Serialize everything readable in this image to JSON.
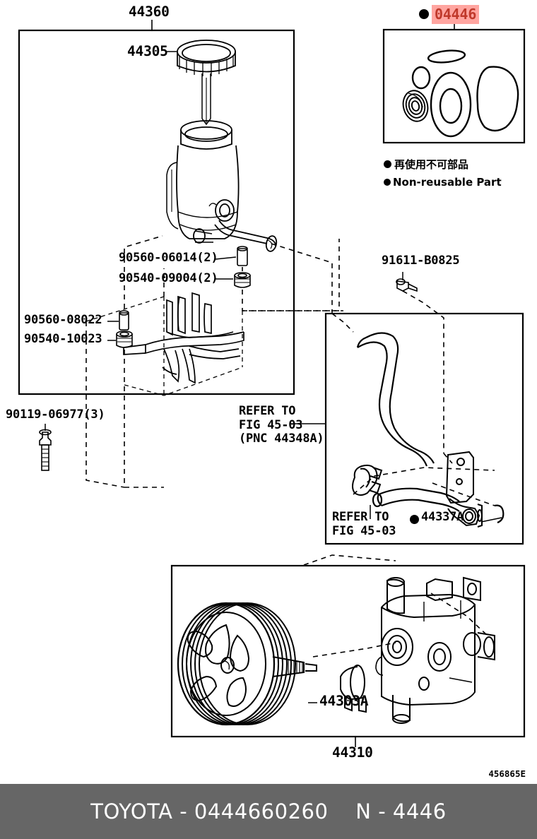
{
  "highlight": {
    "part_no": "04446",
    "accent_color": "#ffa5a0",
    "text_color": "#c0392b"
  },
  "boxes": {
    "reservoir_assy": {
      "label": "44360"
    },
    "seal_kit": {
      "label": "04446"
    },
    "pump_assy": {
      "label": "44310"
    }
  },
  "labels": {
    "cap": "44305",
    "grommet_upper": "90560-06014(2)",
    "collar_upper": "90540-09004(2)",
    "grommet_lower": "90560-08022",
    "collar_lower": "90540-10023",
    "bolt_bracket": "90119-06977(3)",
    "bolt_pump": "91611-B0825",
    "hose_refer": "REFER TO\nFIG 45-03\n(PNC 44348A)",
    "clamp_refer": "REFER TO\nFIG 45-03",
    "oring_44337a": "44337A",
    "pulley": "44303A",
    "pump_box": "44310",
    "reservoir_box": "44360"
  },
  "legend": {
    "japanese": "再使用不可部品",
    "english": "Non-reusable Part"
  },
  "corner_code": "456865E",
  "footer": {
    "brand": "TOYOTA",
    "separator": " - ",
    "part_number": "0444660260",
    "figure_code": "N - 4446",
    "full_text": "TOYOTA - 0444660260    N - 4446",
    "background": "#666666"
  }
}
